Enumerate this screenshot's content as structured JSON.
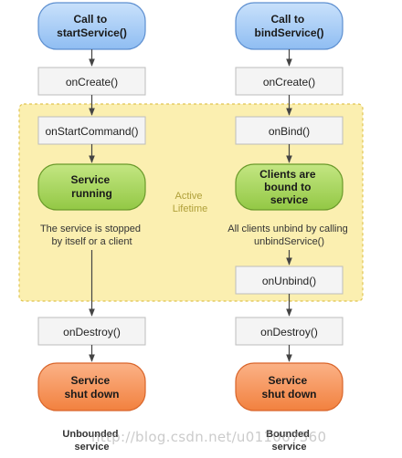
{
  "left": {
    "start": [
      "Call to",
      "startService()"
    ],
    "create": "onCreate()",
    "command": "onStartCommand()",
    "running": [
      "Service",
      "running"
    ],
    "stopNote": [
      "The service is stopped",
      "by itself or a client"
    ],
    "destroy": "onDestroy()",
    "shutdown": [
      "Service",
      "shut down"
    ],
    "caption": [
      "Unbounded",
      "service"
    ]
  },
  "right": {
    "start": [
      "Call to",
      "bindService()"
    ],
    "create": "onCreate()",
    "bind": "onBind()",
    "bound": [
      "Clients are",
      "bound to",
      "service"
    ],
    "unbindNote": [
      "All clients unbind by calling",
      "unbindService()"
    ],
    "unbind": "onUnbind()",
    "destroy": "onDestroy()",
    "shutdown": [
      "Service",
      "shut down"
    ],
    "caption": [
      "Bounded",
      "service"
    ]
  },
  "activeLifetime": [
    "Active",
    "Lifetime"
  ],
  "watermark": "http://blog.csdn.net/u011067360",
  "colors": {
    "blueFill": "#a9cdf7",
    "blueStroke": "#5d8fd0",
    "greenFill": "#a8d65a",
    "greenStroke": "#6a9a2a",
    "orangeFill": "#f6925a",
    "orangeStroke": "#d9652a",
    "lifetimeFill": "#fbefb0",
    "lifetimeStroke": "#e0c450",
    "lifetimeText": "#b0a03a",
    "boxFill": "#f4f4f4",
    "boxStroke": "#bdbdbd"
  }
}
